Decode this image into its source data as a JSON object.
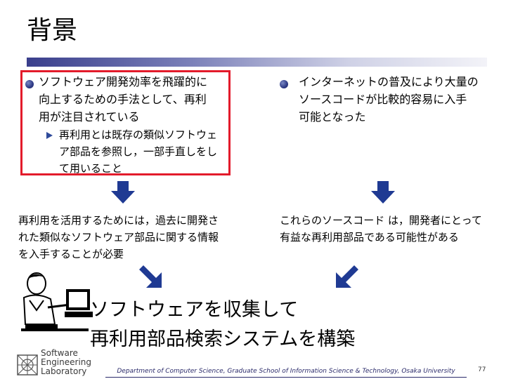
{
  "title": "背景",
  "left_block": {
    "bullet_lines": [
      "ソフトウェア開発効率を飛躍的に",
      "向上するための手法として、再利",
      "用が注目されている"
    ],
    "sub_lines": [
      "再利用とは既存の類似ソフトウェ",
      "ア部品を参照し，一部手直しをし",
      "て用いること"
    ]
  },
  "right_block": {
    "bullet_lines": [
      "インターネットの普及により大量の",
      "ソースコードが比較的容易に入手",
      "可能となった"
    ]
  },
  "left_conclusion": [
    "再利用を活用するためには，過去に開発さ",
    "れた類似なソフトウェア部品に関する情報",
    "を入手することが必要"
  ],
  "right_conclusion": [
    "これらのソースコード は，開発者にとって",
    "有益な再利用部品である可能性がある"
  ],
  "main_message": [
    "ソフトウェアを収集して",
    "再利用部品検索システムを構築"
  ],
  "lab_logo": [
    "Software",
    "Engineering",
    "Laboratory"
  ],
  "footer": "Department of Computer Science, Graduate School of Information Science & Technology, Osaka University",
  "page_number": "77",
  "colors": {
    "accent_bar": "#3a3f8c",
    "highlight_box": "#e31b2b",
    "arrow": "#1f3a93"
  }
}
